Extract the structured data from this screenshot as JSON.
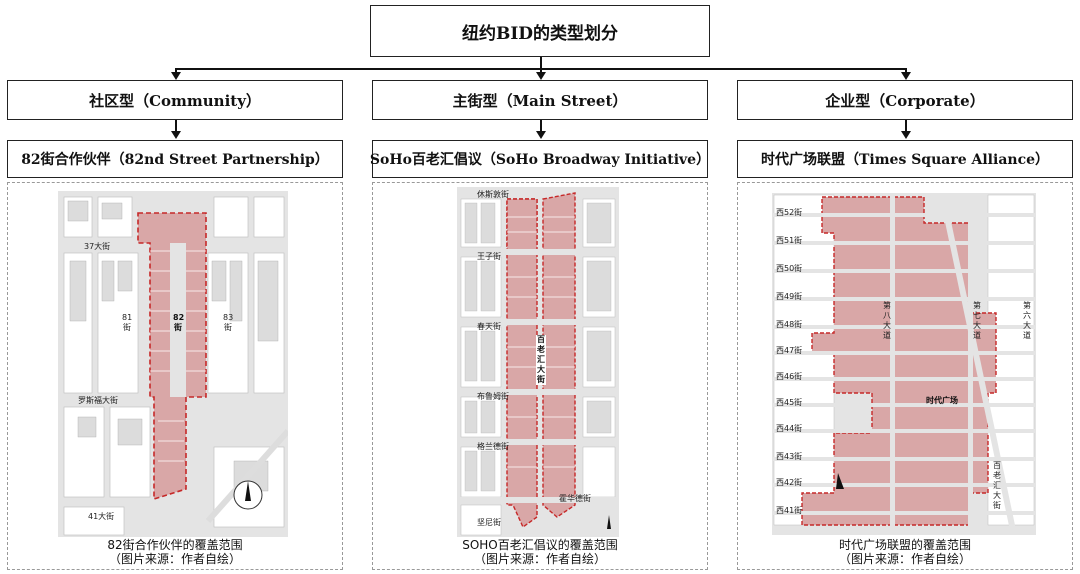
{
  "title": "纽约BID的类型划分",
  "columns": [
    {
      "type_label": "社区型（Community）",
      "bid_name": "82街合作伙伴（82nd Street Partnership）",
      "caption": "82街合作伙伴的覆盖范围",
      "source": "（图片来源：作者自绘）",
      "map_labels": [
        "37大街",
        "罗斯福大街",
        "41大街",
        "81街",
        "82街",
        "83街"
      ]
    },
    {
      "type_label": "主街型（Main Street）",
      "bid_name": "SoHo百老汇倡议（SoHo Broadway Initiative）",
      "caption": "SOHO百老汇倡议的覆盖范围",
      "source": "（图片来源：作者自绘）",
      "map_labels": [
        "休斯敦街",
        "王子街",
        "春天街",
        "布鲁姆街",
        "格兰德街",
        "霍华德街",
        "坚尼街",
        "百老汇大街"
      ]
    },
    {
      "type_label": "企业型（Corporate）",
      "bid_name": "时代广场联盟（Times Square Alliance）",
      "caption": "时代广场联盟的覆盖范围",
      "source": "（图片来源：作者自绘）",
      "map_labels": [
        "西52街",
        "西51街",
        "西50街",
        "西49街",
        "西48街",
        "西47街",
        "西46街",
        "西45街",
        "西44街",
        "西43街",
        "西42街",
        "西41街",
        "时代广场",
        "第八大道",
        "第七大道",
        "第六大道",
        "百老汇大街"
      ]
    }
  ],
  "colors": {
    "bid_fill": "#d9a7a7",
    "bid_border": "#c62828",
    "block": "#ffffff",
    "street": "#e4e4e4"
  }
}
